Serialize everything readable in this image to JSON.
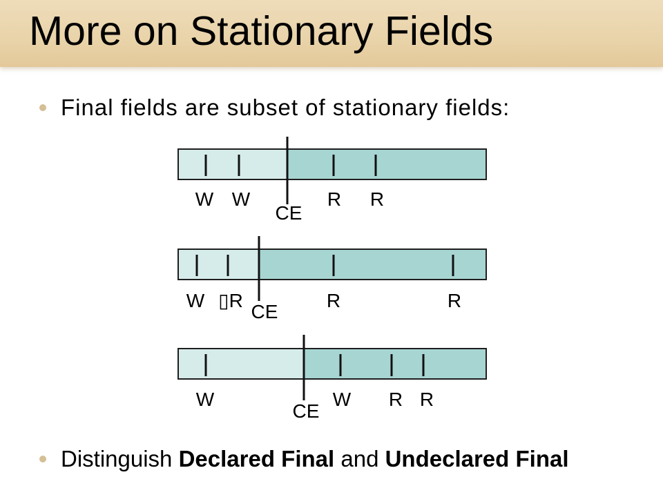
{
  "slide": {
    "title": "More on Stationary Fields",
    "bullet_1": "Final fields are subset of stationary fields:",
    "bullet_2": {
      "lead": "Distinguish",
      "term_1": "Declared Final",
      "join": "and",
      "term_2": "Undeclared Final"
    }
  },
  "colors": {
    "pre_ce_fill": "#d6ecea",
    "post_ce_fill": "#a7d5d2",
    "marker": "#111111"
  },
  "diagrams": [
    {
      "ce_label": "CE",
      "events": [
        "W",
        "W",
        "R",
        "R"
      ]
    },
    {
      "ce_label": "CE",
      "events": [
        "W",
        "▯R",
        "R",
        "R"
      ]
    },
    {
      "ce_label": "CE",
      "events": [
        "W",
        "W",
        "R",
        "R"
      ]
    }
  ]
}
